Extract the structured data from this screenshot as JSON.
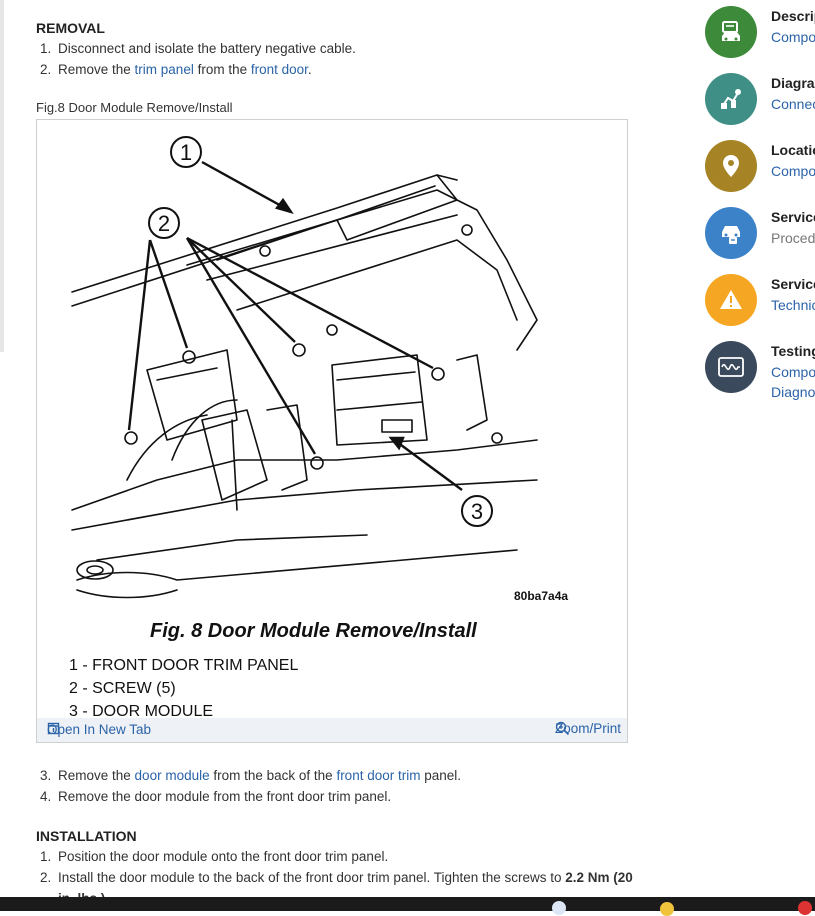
{
  "removal": {
    "heading": "REMOVAL",
    "steps": [
      {
        "num": "1.",
        "parts": [
          "Disconnect and isolate the battery negative cable."
        ]
      },
      {
        "num": "2.",
        "pre": "Remove the ",
        "link1": "trim panel",
        "mid": " from the ",
        "link2": "front door",
        "post": "."
      }
    ]
  },
  "figure": {
    "caption": "Fig.8 Door Module Remove/Install",
    "title": "Fig. 8 Door Module Remove/Install",
    "code": "80ba7a4a",
    "callouts": [
      "1",
      "2",
      "3"
    ],
    "legend": [
      "1 - FRONT DOOR TRIM PANEL",
      "2 - SCREW (5)",
      "3 - DOOR MODULE"
    ],
    "open_tab": "Open In New Tab",
    "zoom": "Zoom/Print"
  },
  "removal_cont": {
    "step3": {
      "num": "3.",
      "pre": "Remove the ",
      "link1": "door module",
      "mid": " from the back of the ",
      "link2": "front door trim",
      "post": " panel."
    },
    "step4": {
      "num": "4.",
      "text": "Remove the door module from the front door trim panel."
    }
  },
  "installation": {
    "heading": "INSTALLATION",
    "step1": {
      "num": "1.",
      "text": "Position the door module onto the front door trim panel."
    },
    "step2": {
      "num": "2.",
      "pre": "Install the door module to the back of the front door trim panel. Tighten the screws to ",
      "bold": "2.2 Nm (20",
      "line2": "in. lbs.)"
    }
  },
  "sidebar": [
    {
      "title": "Descrip",
      "sub": [
        "Compo"
      ],
      "color": "#3d8a3a",
      "icon": "car-description-icon",
      "subcolor": "blue"
    },
    {
      "title": "Diagran",
      "sub": [
        "Connec"
      ],
      "color": "#3f8f86",
      "icon": "connector-diagram-icon",
      "subcolor": "blue"
    },
    {
      "title": "Locatio",
      "sub": [
        "Compo"
      ],
      "color": "#a68426",
      "icon": "location-pin-icon",
      "subcolor": "blue"
    },
    {
      "title": "Service",
      "sub": [
        "Proced"
      ],
      "color": "#3b82c8",
      "icon": "service-car-icon",
      "subcolor": "grey"
    },
    {
      "title": "Service",
      "sub": [
        "Technic"
      ],
      "color": "#f5a623",
      "icon": "warning-icon",
      "subcolor": "blue"
    },
    {
      "title": "Testing",
      "sub": [
        "Compo",
        "Diagno"
      ],
      "color": "#3a4a5c",
      "icon": "waveform-icon",
      "subcolor": "blue"
    }
  ]
}
